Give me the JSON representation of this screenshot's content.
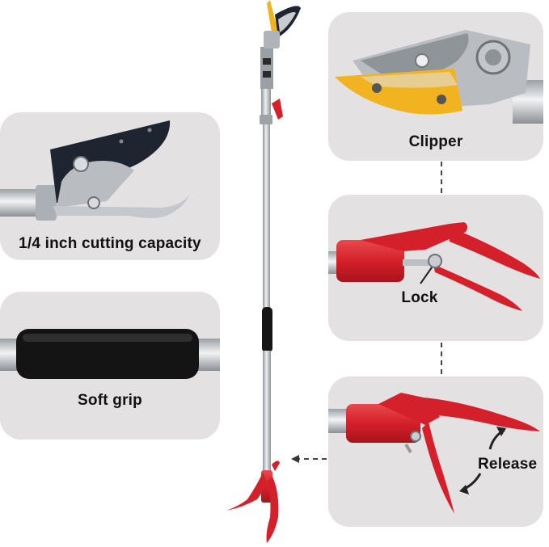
{
  "captions": {
    "cutting": "1/4 inch cutting capacity",
    "grip": "Soft grip",
    "clipper": "Clipper",
    "lock": "Lock",
    "release": "Release"
  },
  "colors": {
    "panel": "#e3e1e2",
    "handle_red": "#d4202a",
    "blade_yellow": "#f2b321",
    "blade_black": "#1f2530",
    "steel": "#b8bcc0",
    "foam": "#111111"
  },
  "icons": [
    "pruner-product",
    "blade-detail",
    "foam-grip-detail",
    "clipper-head-detail",
    "lock-handle-detail",
    "release-handle-detail"
  ]
}
